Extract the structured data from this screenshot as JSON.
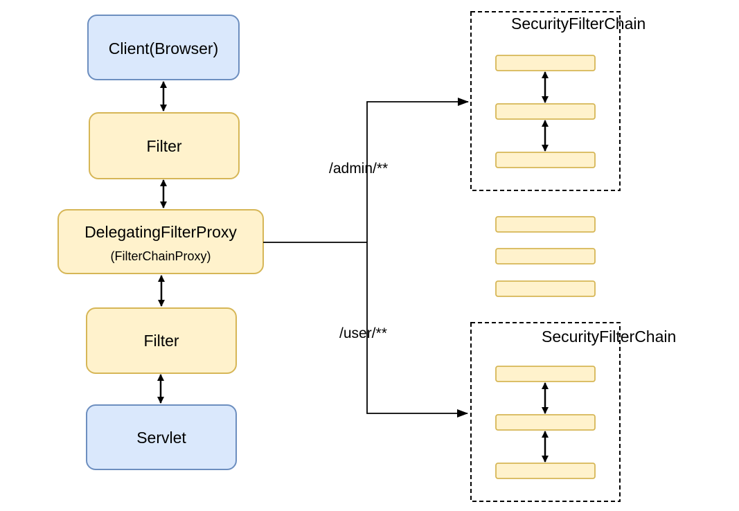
{
  "colors": {
    "blue_fill": "#dae8fc",
    "blue_stroke": "#6c8ebf",
    "yellow_fill": "#fff2cc",
    "yellow_stroke": "#d6b656",
    "line": "#000000"
  },
  "nodes": {
    "client": "Client(Browser)",
    "filter_top": "Filter",
    "proxy_title": "DelegatingFilterProxy",
    "proxy_subtitle": "(FilterChainProxy)",
    "filter_bottom": "Filter",
    "servlet": "Servlet"
  },
  "routes": {
    "admin": "/admin/**",
    "user": "/user/**"
  },
  "chains": {
    "top_title": "SecurityFilterChain",
    "bottom_title": "SecurityFilterChain"
  }
}
